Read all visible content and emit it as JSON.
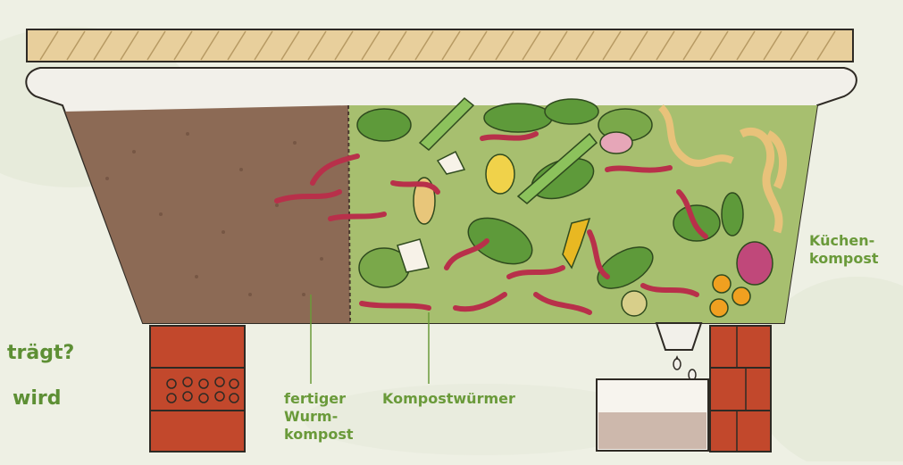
{
  "labels": {
    "fertiger_wurmkompost": "fertiger Wurm-kompost",
    "kompostwuermer": "Kompostwürmer",
    "kuechenkompost": "Küchen-kompost",
    "side_traegt": "trägt?",
    "side_wird": "wird"
  },
  "colors": {
    "label_green": "#6a9a3a",
    "compost_brown": "#8c6a55",
    "kitchen_green": "#8fb25a",
    "worm_red": "#b8304a",
    "brick_red": "#c2482c",
    "lid_wood": "#e8cf9c",
    "tray_liquid": "#cdb8ac"
  }
}
